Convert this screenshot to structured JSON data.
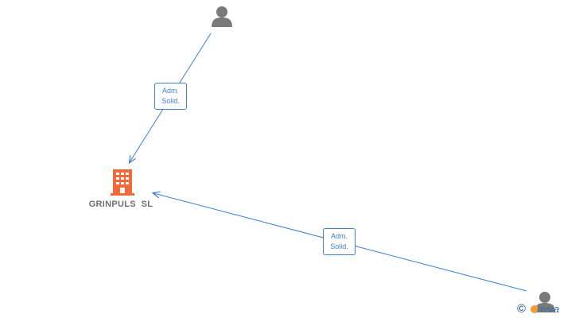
{
  "company": {
    "name": "GRINPULS  SL",
    "icon": "building-icon",
    "color": "#f26a3a"
  },
  "persons": [
    {
      "icon": "person-icon",
      "color": "#7a7a7a"
    },
    {
      "icon": "person-icon",
      "color": "#7a7a7a"
    }
  ],
  "edges": [
    {
      "label_line1": "Adm.",
      "label_line2": "Solid."
    },
    {
      "label_line1": "Adm.",
      "label_line2": "Solid."
    }
  ],
  "edge_color": "#3d7fd1",
  "watermark": {
    "symbol": "©",
    "text": "resia"
  }
}
